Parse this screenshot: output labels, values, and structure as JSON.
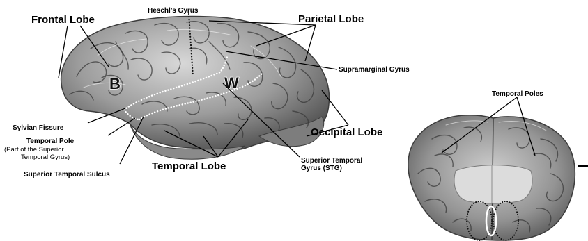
{
  "labels": {
    "frontal_lobe": "Frontal Lobe",
    "heschls_gyrus": "Heschl’s Gyrus",
    "parietal_lobe": "Parietal Lobe",
    "supramarginal_gyrus": "Supramarginal Gyrus",
    "sylvian_fissure": "Sylvian Fissure",
    "temporal_pole": "Temporal Pole",
    "temporal_pole_note_1": "(Part of the Superior",
    "temporal_pole_note_2": "Temporal Gyrus)",
    "superior_temporal_sulcus": "Superior Temporal Sulcus",
    "temporal_lobe": "Temporal Lobe",
    "stg_line_1": "Superior Temporal",
    "stg_line_2": "Gyrus (STG)",
    "occipital_lobe": "Occipital Lobe",
    "temporal_poles": "Temporal Poles"
  },
  "markers": {
    "broca": "B",
    "wernicke": "W"
  },
  "colors": {
    "brain_fill": "#9a9a9a",
    "brain_dark": "#4a4a4a",
    "midbrain_fill": "#dcdcdc",
    "background": "#ffffff"
  }
}
